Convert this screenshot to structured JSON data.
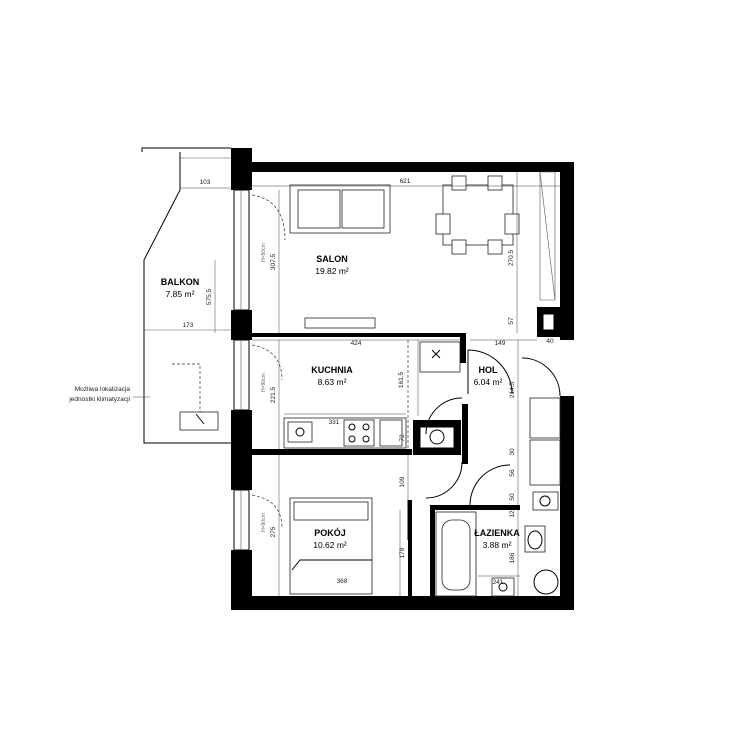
{
  "rooms": {
    "balkon": {
      "name": "BALKON",
      "area": "7.85 m²"
    },
    "salon": {
      "name": "SALON",
      "area": "19.82 m²"
    },
    "kuchnia": {
      "name": "KUCHNIA",
      "area": "8.63 m²"
    },
    "hol": {
      "name": "HOL",
      "area": "6.04 m²"
    },
    "pokoj": {
      "name": "POKÓJ",
      "area": "10.62 m²"
    },
    "lazienka": {
      "name": "ŁAZIENKA",
      "area": "3.88 m²"
    }
  },
  "note": {
    "line1": "Możliwa lokalizacja",
    "line2": "jednostki klimatyzacji"
  },
  "dimensions": {
    "d103": "103",
    "d621": "621",
    "d3075": "307.5",
    "d2705": "270.5",
    "d5755": "575.5",
    "d173": "173",
    "d424": "424",
    "d149": "149",
    "d40": "40",
    "d57": "57",
    "d1615": "161.5",
    "d2215": "221.5",
    "d2145": "214.5",
    "d331": "331",
    "d72": "72",
    "d109": "109",
    "d275": "275",
    "d178": "178",
    "d368": "368",
    "d241": "241",
    "d30": "30",
    "d56": "56",
    "d50": "50",
    "d12": "12",
    "d186": "186"
  },
  "window_labels": {
    "w1": "H=90cm",
    "w2": "H=90cm",
    "w3": "H=90cm"
  }
}
